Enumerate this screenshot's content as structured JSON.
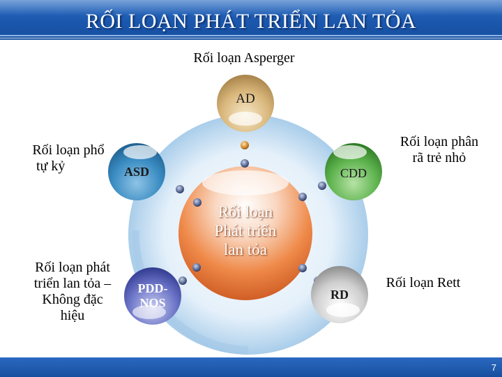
{
  "title": "RỐI LOẠN PHÁT TRIỂN LAN TỎA",
  "page_number": "7",
  "center": {
    "text_line1": "Rối loạn",
    "text_line2": "Phát triển",
    "text_line3": "lan tỏa"
  },
  "nodes": {
    "ad": {
      "label": "AD",
      "description": "Rối loạn Asperger",
      "color": "#c9a66b"
    },
    "asd": {
      "label": "ASD",
      "description_line1": "Rối loạn phổ",
      "description_line2": "tự kỷ",
      "color": "#2f83b8"
    },
    "cdd": {
      "label": "CDD",
      "description_line1": "Rối loạn phân",
      "description_line2": "rã trẻ nhỏ",
      "color": "#4da63f"
    },
    "pddnos": {
      "label_line1": "PDD-",
      "label_line2": "NOS",
      "description_line1": "Rối loạn phát",
      "description_line2": "triển lan tỏa –",
      "description_line3": "Không đặc",
      "description_line4": "hiệu",
      "color": "#3f4a9f"
    },
    "rd": {
      "label": "RD",
      "description": "Rối loạn Rett",
      "color": "#b7b7b7"
    }
  },
  "colors": {
    "title_bar": "#1a57ad",
    "center_sphere": "#e8692a",
    "ring": "#bcd9ef"
  }
}
